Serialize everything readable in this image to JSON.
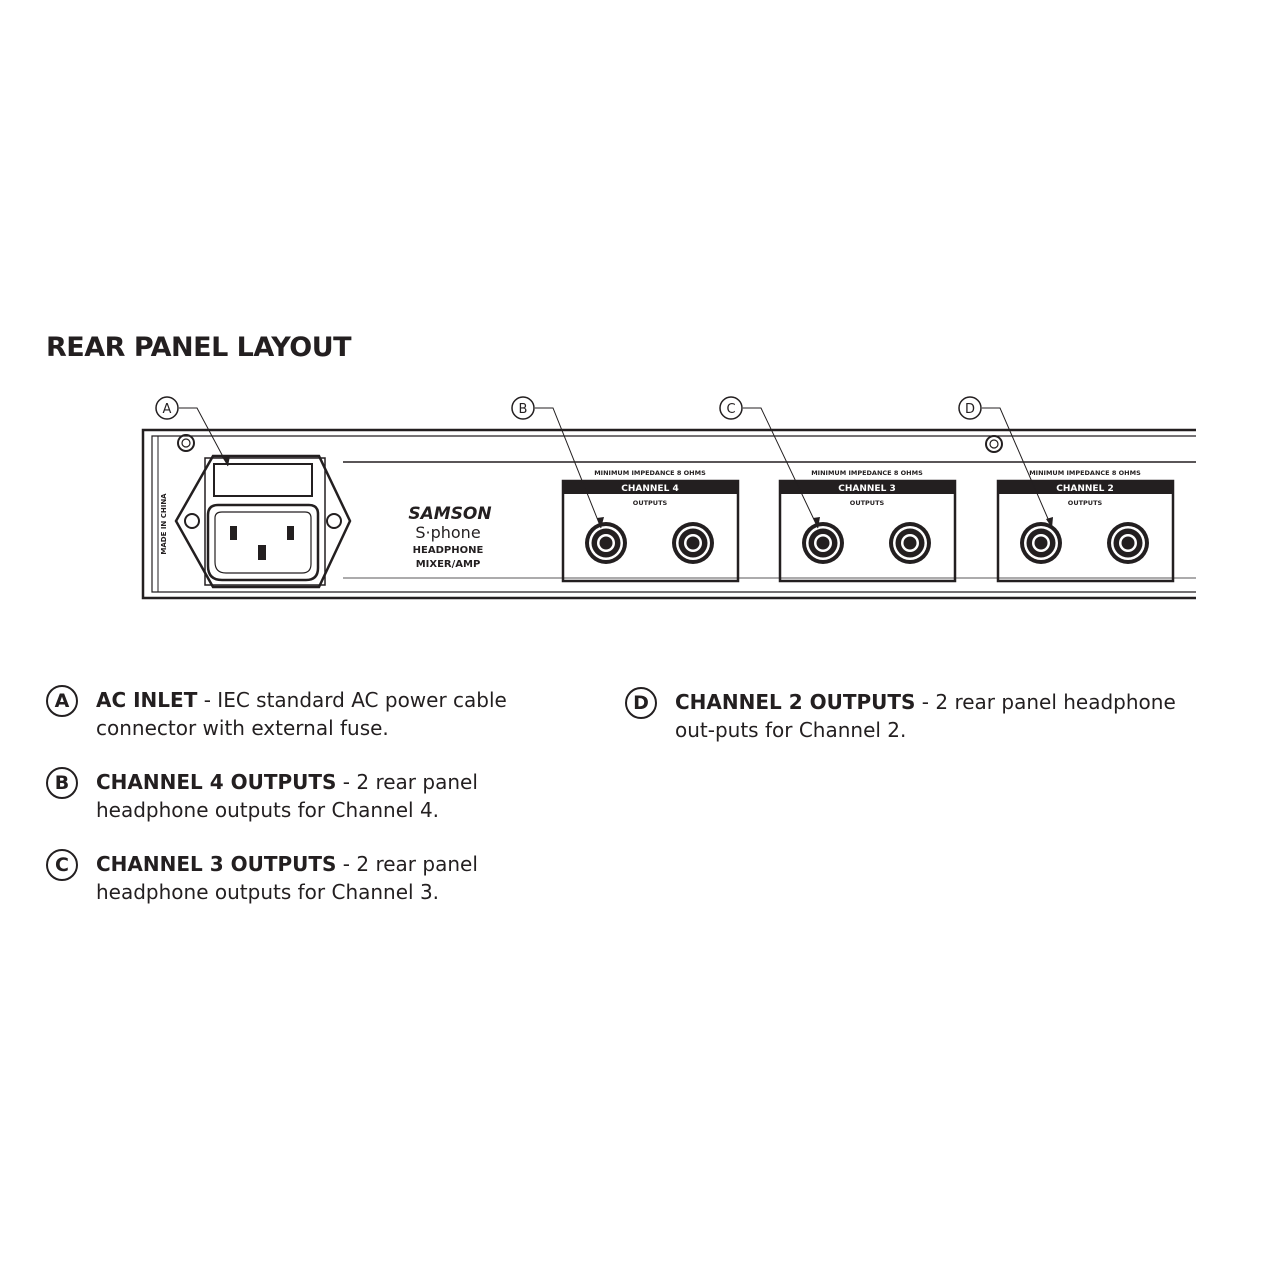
{
  "title": "REAR PANEL LAYOUT",
  "panel": {
    "callouts": [
      "A",
      "B",
      "C",
      "D"
    ],
    "made_in": "MADE IN CHINA",
    "brand": "SAMSON",
    "model": "S·phone",
    "subtitle_line1": "HEADPHONE",
    "subtitle_line2": "MIXER/AMP",
    "channels": [
      {
        "impedance": "MINIMUM IMPEDANCE 8 OHMS",
        "name": "CHANNEL 4",
        "outputs_label": "OUTPUTS"
      },
      {
        "impedance": "MINIMUM IMPEDANCE 8 OHMS",
        "name": "CHANNEL 3",
        "outputs_label": "OUTPUTS"
      },
      {
        "impedance": "MINIMUM IMPEDANCE 8 OHMS",
        "name": "CHANNEL 2",
        "outputs_label": "OUTPUTS"
      }
    ]
  },
  "descriptions": [
    {
      "letter": "A",
      "term": "AC INLET",
      "text": " - IEC standard AC power cable connector with external fuse."
    },
    {
      "letter": "B",
      "term": "CHANNEL 4 OUTPUTS",
      "text": " - 2 rear panel headphone outputs for Channel 4."
    },
    {
      "letter": "C",
      "term": "CHANNEL 3 OUTPUTS",
      "text": " - 2 rear panel headphone outputs for Channel 3."
    },
    {
      "letter": "D",
      "term": "CHANNEL 2 OUTPUTS",
      "text": " - 2 rear panel headphone out-puts for Channel 2."
    }
  ]
}
